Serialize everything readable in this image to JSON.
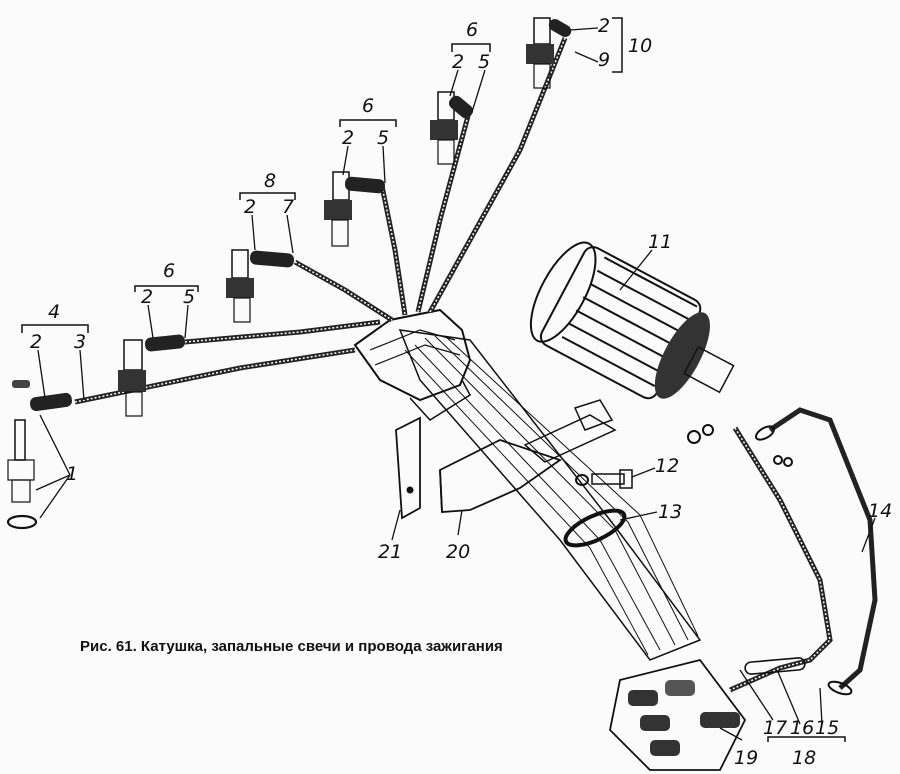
{
  "figure": {
    "caption": "Рис. 61. Катушка, запальные свечи и провода зажигания"
  },
  "callouts": {
    "c1": "1",
    "c2a": "2",
    "c3": "3",
    "c4": "4",
    "c2b": "2",
    "c5a": "5",
    "c6a": "6",
    "c2c": "2",
    "c7": "7",
    "c8": "8",
    "c2d": "2",
    "c5b": "5",
    "c6b": "6",
    "c2e": "2",
    "c5c": "5",
    "c6c": "6",
    "c2f": "2",
    "c9": "9",
    "c10": "10",
    "c11": "11",
    "c12": "12",
    "c13": "13",
    "c14": "14",
    "c15": "15",
    "c16": "16",
    "c17": "17",
    "c18": "18",
    "c19": "19",
    "c20": "20",
    "c21": "21"
  }
}
